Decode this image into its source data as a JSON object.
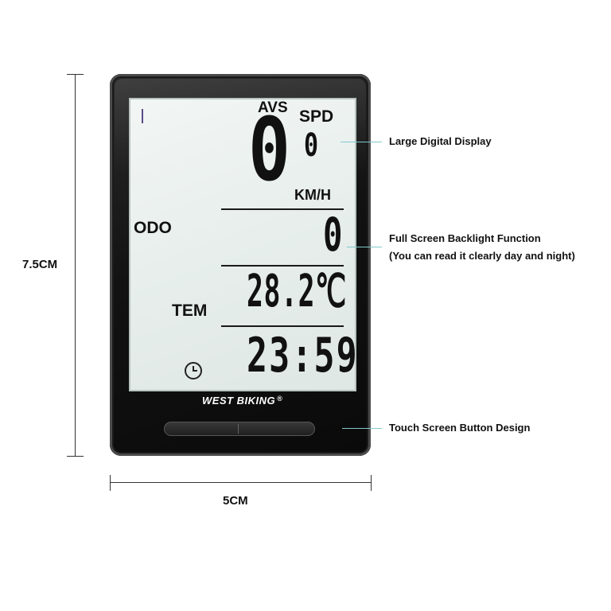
{
  "dimensions": {
    "height_label": "7.5CM",
    "width_label": "5CM"
  },
  "display": {
    "avs_label": "AVS",
    "spd_label": "SPD",
    "speed_value": "0",
    "speed_decimal": "0",
    "speed_unit": "KM/H",
    "odo_label": "ODO",
    "odo_value": "0",
    "tem_label": "TEM",
    "temperature_value": "28.2℃",
    "time_value": "23:59",
    "clock_icon": "clock-icon"
  },
  "brand": {
    "name": "WEST BIKING",
    "registered": "®"
  },
  "callouts": {
    "large_display": "Large Digital Display",
    "backlight_line1": "Full Screen Backlight Function",
    "backlight_line2": "(You can read it clearly day and night)",
    "touch_button": "Touch Screen Button Design"
  },
  "colors": {
    "callout_line": "#7fc8c8",
    "lcd_background": "#e7eeec",
    "device_body": "#121212"
  }
}
